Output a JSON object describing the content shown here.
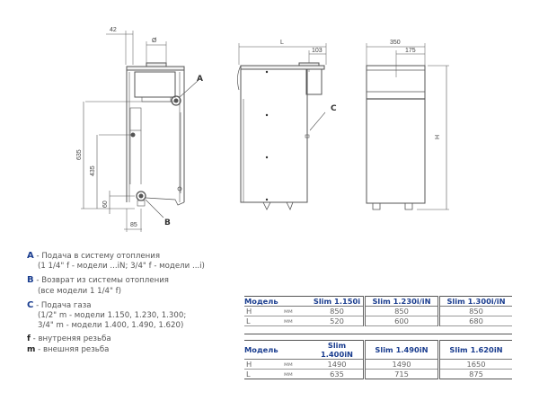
{
  "drawing": {
    "front_view": {
      "dim_top_offset": "42",
      "dim_flue": "Ø",
      "dim_height_A": "635",
      "dim_height_B": "435",
      "dim_bottom_B": "60",
      "dim_bottom_offset": "85",
      "label_A": "A",
      "label_B": "B"
    },
    "side_view": {
      "dim_length": "L",
      "dim_flue_offset": "103",
      "label_C": "C"
    },
    "rear_view": {
      "dim_width": "350",
      "dim_half_width": "175",
      "dim_height": "H"
    }
  },
  "legend": {
    "items": [
      {
        "key": "A",
        "text": " - Подача в систему отопления",
        "sub": [
          "(1 1/4\" f - модели ...iN; 3/4\" f - модели ...i)"
        ]
      },
      {
        "key": "B",
        "text": " - Возврат из системы отопления",
        "sub": [
          "(все модели 1 1/4\" f)"
        ]
      },
      {
        "key": "C",
        "text": " - Подача газа",
        "sub": [
          "(1/2\" m - модели 1.150, 1.230, 1.300;",
          "3/4\" m - модели 1.400, 1.490, 1.620)"
        ]
      }
    ],
    "notes": [
      {
        "key": "f",
        "text": " - внутреняя резьба"
      },
      {
        "key": "m",
        "text": " - внешняя резьба"
      }
    ]
  },
  "tables": [
    {
      "header": {
        "label": "Модель",
        "models": [
          "Slim 1.150i",
          "Slim 1.230i/iN",
          "Slim 1.300i/iN"
        ]
      },
      "rows": [
        {
          "param": "H",
          "unit": "мм",
          "values": [
            "850",
            "850",
            "850"
          ]
        },
        {
          "param": "L",
          "unit": "мм",
          "values": [
            "520",
            "600",
            "680"
          ]
        }
      ]
    },
    {
      "header": {
        "label": "Модель",
        "models": [
          "Slim 1.400iN",
          "Slim 1.490iN",
          "Slim 1.620iN"
        ]
      },
      "rows": [
        {
          "param": "H",
          "unit": "мм",
          "values": [
            "1490",
            "1490",
            "1650"
          ]
        },
        {
          "param": "L",
          "unit": "мм",
          "values": [
            "635",
            "715",
            "875"
          ]
        }
      ]
    }
  ]
}
